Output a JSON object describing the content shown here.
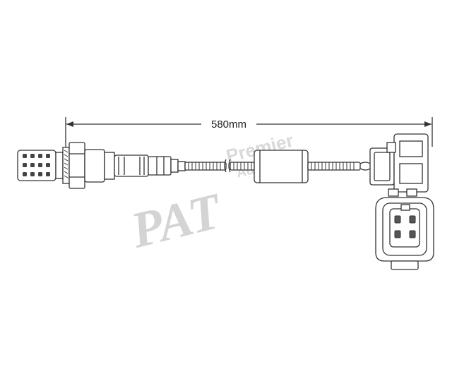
{
  "dimension": {
    "length_label": "580mm"
  },
  "watermark": {
    "monogram": "PAT",
    "line1": "Premier",
    "line2": "Auto Trade"
  }
}
